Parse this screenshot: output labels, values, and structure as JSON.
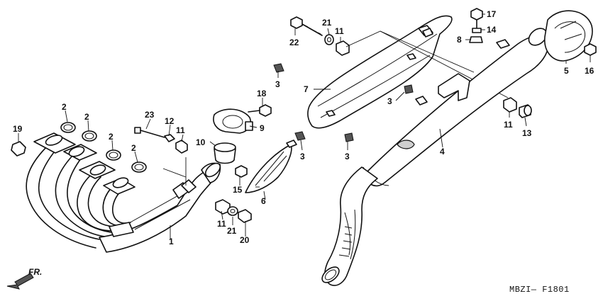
{
  "figure_code": "MBZI— F1801",
  "direction_label": "FR.",
  "callouts": [
    {
      "id": "c1",
      "label": "1"
    },
    {
      "id": "c2a",
      "label": "2"
    },
    {
      "id": "c2b",
      "label": "2"
    },
    {
      "id": "c2c",
      "label": "2"
    },
    {
      "id": "c2d",
      "label": "2"
    },
    {
      "id": "c3a",
      "label": "3"
    },
    {
      "id": "c3b",
      "label": "3"
    },
    {
      "id": "c3c",
      "label": "3"
    },
    {
      "id": "c3d",
      "label": "3"
    },
    {
      "id": "c4",
      "label": "4"
    },
    {
      "id": "c5",
      "label": "5"
    },
    {
      "id": "c6",
      "label": "6"
    },
    {
      "id": "c7",
      "label": "7"
    },
    {
      "id": "c8",
      "label": "8"
    },
    {
      "id": "c9",
      "label": "9"
    },
    {
      "id": "c10",
      "label": "10"
    },
    {
      "id": "c11a",
      "label": "11"
    },
    {
      "id": "c11b",
      "label": "11"
    },
    {
      "id": "c11c",
      "label": "11"
    },
    {
      "id": "c11d",
      "label": "11"
    },
    {
      "id": "c12",
      "label": "12"
    },
    {
      "id": "c13",
      "label": "13"
    },
    {
      "id": "c14",
      "label": "14"
    },
    {
      "id": "c15",
      "label": "15"
    },
    {
      "id": "c16",
      "label": "16"
    },
    {
      "id": "c17",
      "label": "17"
    },
    {
      "id": "c18",
      "label": "18"
    },
    {
      "id": "c19",
      "label": "19"
    },
    {
      "id": "c20",
      "label": "20"
    },
    {
      "id": "c21a",
      "label": "21"
    },
    {
      "id": "c21b",
      "label": "21"
    },
    {
      "id": "c22",
      "label": "22"
    },
    {
      "id": "c23",
      "label": "23"
    }
  ]
}
